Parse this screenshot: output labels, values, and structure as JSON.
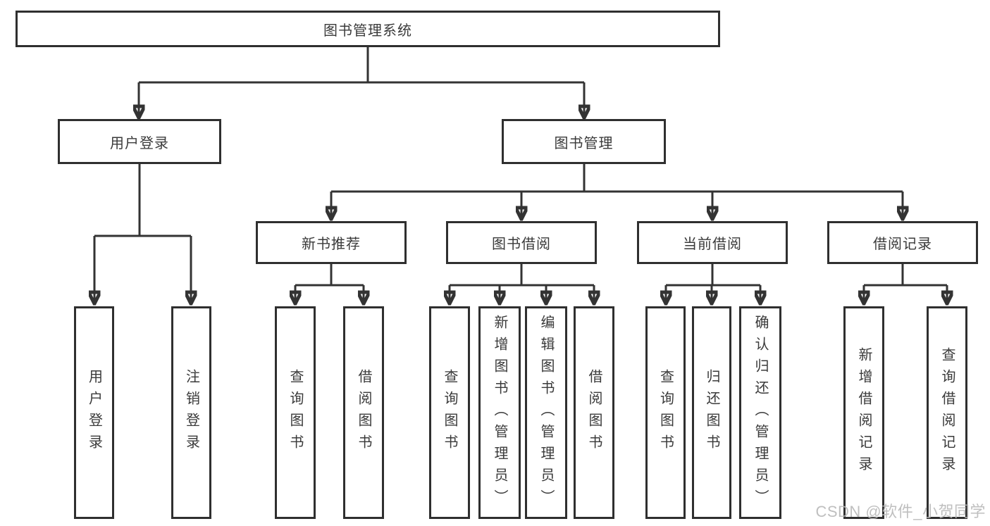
{
  "diagram": {
    "title": "图书管理系统",
    "level2": {
      "user_login": "用户登录",
      "book_management": "图书管理"
    },
    "level3": {
      "new_book_recommend": "新书推荐",
      "book_borrowing": "图书借阅",
      "current_borrowing": "当前借阅",
      "borrowing_records": "借阅记录"
    },
    "leaves": {
      "user_login": "用户登录",
      "logout": "注销登录",
      "nbr_query_books": "查询图书",
      "nbr_borrow_books": "借阅图书",
      "bb_query_books": "查询图书",
      "bb_add_books_admin": "新增图书（管理员）",
      "bb_edit_books_admin": "编辑图书（管理员）",
      "bb_borrow_books": "借阅图书",
      "cb_query_books": "查询图书",
      "cb_return_books": "归还图书",
      "cb_confirm_return_admin": "确认归还（管理员）",
      "br_add_record": "新增借阅记录",
      "br_query_record": "查询借阅记录"
    }
  },
  "watermark": "CSDN @软件_小贺同学",
  "colors": {
    "line": "#333333",
    "box_border": "#2f2f2f",
    "text": "#3a3a3a",
    "background": "#ffffff",
    "watermark": "#b9b9b9"
  }
}
